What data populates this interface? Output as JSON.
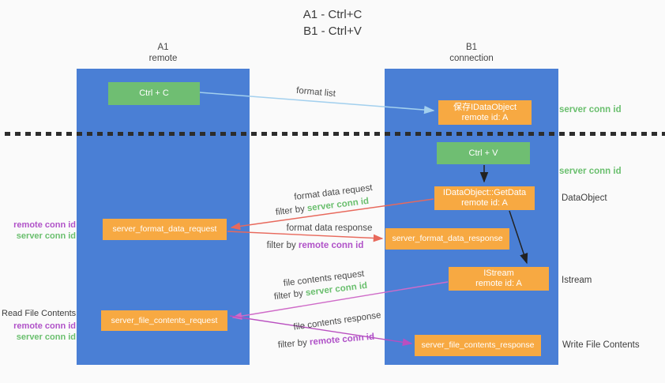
{
  "title": {
    "line1": "A1 - Ctrl+C",
    "line2": "B1 - Ctrl+V"
  },
  "lanes": {
    "left": {
      "id": "A1",
      "subtitle": "remote"
    },
    "right": {
      "id": "B1",
      "subtitle": "connection"
    }
  },
  "nodes": {
    "ctrl_c": {
      "label": "Ctrl + C"
    },
    "ctrl_v": {
      "label": "Ctrl + V"
    },
    "save_idataobject": {
      "line1": "保存IDataObject",
      "line2": "remote id: A"
    },
    "idataobject_getdata": {
      "line1": "IDataObject::GetData",
      "line2": "remote id: A"
    },
    "istream": {
      "line1": "IStream",
      "line2": "remote id: A"
    },
    "server_format_data_request": {
      "label": "server_format_data_request"
    },
    "server_format_data_response": {
      "label": "server_format_data_response"
    },
    "server_file_contents_request": {
      "label": "server_file_contents_request"
    },
    "server_file_contents_response": {
      "label": "server_file_contents_response"
    }
  },
  "side_labels": {
    "server_conn_id_top": "server conn id",
    "server_conn_id_mid": "server conn id",
    "dataobject": "DataObject",
    "istream": "Istream",
    "write_file_contents": "Write File Contents",
    "read_file_contents": "Read File Contents",
    "format_group": {
      "remote": "remote conn id",
      "server": "server conn id"
    },
    "file_group": {
      "remote": "remote conn id",
      "server": "server conn id"
    }
  },
  "arrow_labels": {
    "format_list": "format list",
    "format_data_request": "format data request",
    "format_data_request_filter": {
      "prefix": "filter by ",
      "id": "server conn id"
    },
    "format_data_response": "format data response",
    "format_data_response_filter": {
      "prefix": "filter by ",
      "id": "remote conn id"
    },
    "file_contents_request": "file contents request",
    "file_contents_request_filter": {
      "prefix": "filter by ",
      "id": "server conn id"
    },
    "file_contents_response": "file contents response",
    "file_contents_response_filter": {
      "prefix": "filter by ",
      "id": "remote conn id"
    }
  },
  "colors": {
    "lane_blue": "#4a7fd5",
    "box_green": "#6fbe72",
    "box_orange": "#f7a942",
    "arrow_lightblue": "#a3d0ee",
    "arrow_red": "#e8695c",
    "arrow_pink": "#cf6bc8",
    "arrow_purple": "#b94fc0",
    "text_green": "#6abf6e",
    "text_purple": "#b052c8",
    "divider_dark": "#2d2d2d"
  }
}
